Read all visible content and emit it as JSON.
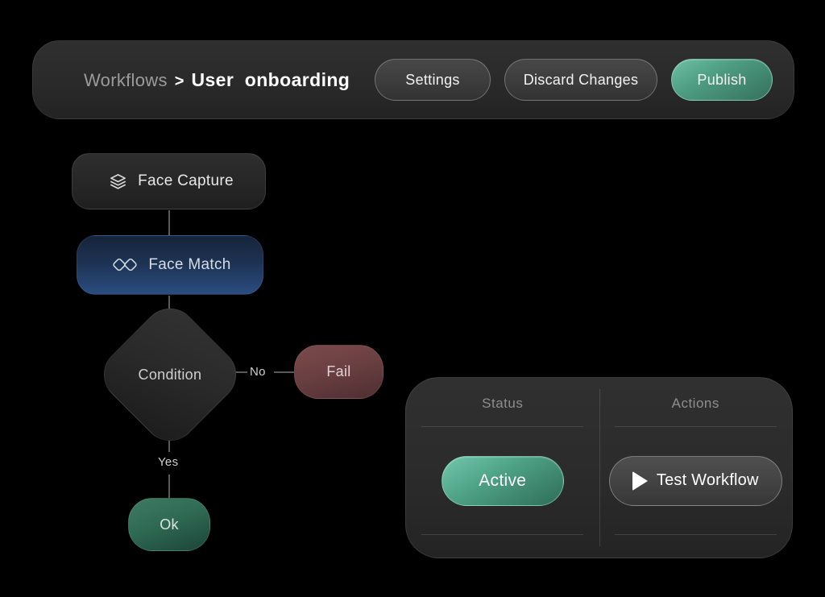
{
  "header": {
    "breadcrumb": {
      "root": "Workflows",
      "separator": ">",
      "current": "User  onboarding"
    },
    "buttons": {
      "settings": "Settings",
      "discard": "Discard Changes",
      "publish": "Publish"
    }
  },
  "flow": {
    "nodes": [
      {
        "id": "face-capture",
        "label": "Face Capture",
        "icon": "layers-icon",
        "color": "#2a2a2a"
      },
      {
        "id": "face-match",
        "label": "Face Match",
        "icon": "face-match-icon",
        "color": "#2a4d80"
      },
      {
        "id": "condition",
        "label": "Condition",
        "icon": "none",
        "color": "#2a2a2a"
      },
      {
        "id": "fail",
        "label": "Fail",
        "icon": "none",
        "color": "#6b4042"
      },
      {
        "id": "ok",
        "label": "Ok",
        "icon": "none",
        "color": "#2f6a55"
      }
    ],
    "edges": [
      {
        "from": "face-capture",
        "to": "face-match",
        "label": ""
      },
      {
        "from": "face-match",
        "to": "condition",
        "label": ""
      },
      {
        "from": "condition",
        "to": "fail",
        "label": "No"
      },
      {
        "from": "condition",
        "to": "ok",
        "label": "Yes"
      }
    ],
    "edge_labels": {
      "no": "No",
      "yes": "Yes"
    }
  },
  "panel": {
    "columns": [
      {
        "header": "Status",
        "value": "Active"
      },
      {
        "header": "Actions",
        "value": "Test Workflow"
      }
    ],
    "status_badge": "Active",
    "test_button": {
      "label": "Test Workflow",
      "icon": "play-icon"
    }
  },
  "colors": {
    "background": "#000000",
    "surface": "#2b2b2b",
    "accent_green": "#4fa387",
    "node_blue": "#2a4d80",
    "node_red": "#6b4042",
    "text_primary": "#ffffff",
    "text_muted": "#8e8e8e"
  }
}
